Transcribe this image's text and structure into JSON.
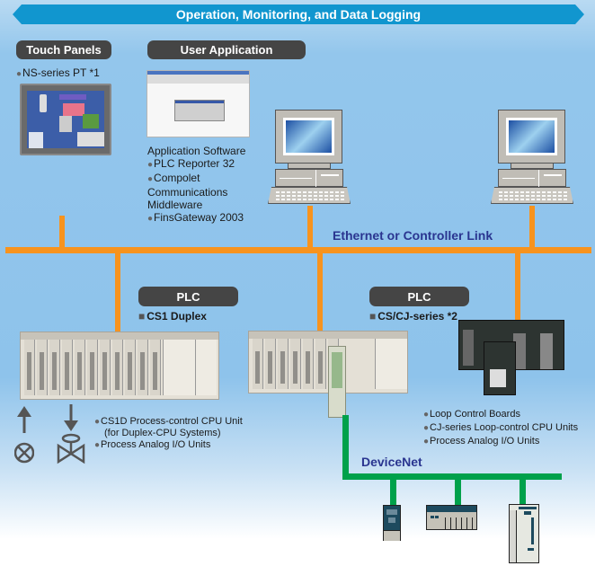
{
  "banner": {
    "title": "Operation, Monitoring, and Data Logging"
  },
  "touch_panels": {
    "header": "Touch Panels",
    "item": "NS-series PT *1"
  },
  "user_application": {
    "header": "User Application",
    "caption": "Application Software",
    "items": [
      "PLC Reporter 32",
      "Compolet",
      "FinsGateway 2003"
    ],
    "compolet_continued": [
      "Communications",
      "Middleware"
    ]
  },
  "networks": {
    "upper": "Ethernet or Controller Link",
    "lower": "DeviceNet"
  },
  "plc_left": {
    "header": "PLC",
    "series": "CS1 Duplex",
    "items": [
      "CS1D Process-control CPU Unit",
      "Process Analog I/O Units"
    ],
    "item1_continued": "(for Duplex-CPU Systems)"
  },
  "plc_right": {
    "header": "PLC",
    "series": "CS/CJ-series *2",
    "items": [
      "Loop Control Boards",
      "CJ-series Loop-control CPU Units",
      "Process Analog I/O Units"
    ]
  },
  "icons": {
    "arrow_up": "↑",
    "arrow_down": "↓",
    "sensor": "⊗"
  },
  "colors": {
    "banner": "#1196cf",
    "ethernet_line": "#f7931e",
    "devicenet_line": "#00a14b",
    "pill": "#454545",
    "net_label": "#2a3590"
  }
}
